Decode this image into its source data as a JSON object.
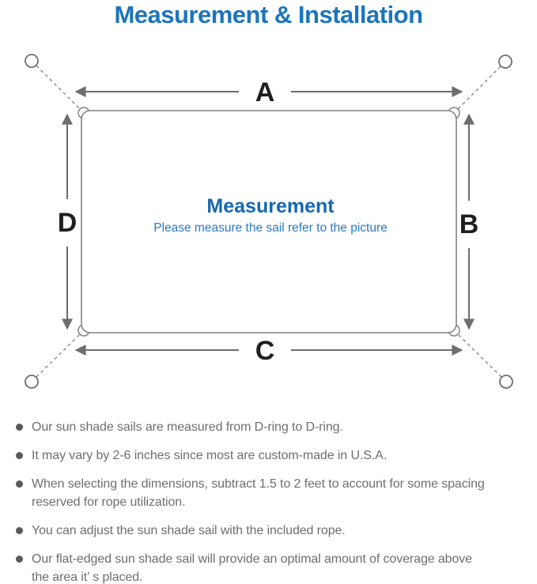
{
  "header": {
    "title": "Measurement & Installation"
  },
  "diagram": {
    "center_title": "Measurement",
    "center_subtitle": "Please measure the sail refer to the picture",
    "labels": {
      "top": "A",
      "right": "B",
      "bottom": "C",
      "left": "D"
    },
    "colors": {
      "accent_blue": "#1c75bc",
      "center_title_blue": "#1568b1",
      "center_subtitle_blue": "#2a7ac5",
      "sail_line_gray": "#808285",
      "arrow_gray": "#6d6e71",
      "label_black": "#1f1f1f",
      "bullet_text_gray": "#6d6e71"
    }
  },
  "bullets": {
    "items": [
      {
        "text": "Our sun shade sails are measured from D-ring to D-ring."
      },
      {
        "text": "It may vary by 2-6 inches since most are custom-made in U.S.A."
      },
      {
        "text": "When selecting the dimensions, subtract 1.5 to 2 feet to account for some spacing\nreserved for rope utilization."
      },
      {
        "text": "You can adjust the sun shade sail with the included rope."
      },
      {
        "text": "Our flat-edged sun shade sail will provide an optimal amount of coverage above\nthe area it’ s placed."
      }
    ]
  }
}
